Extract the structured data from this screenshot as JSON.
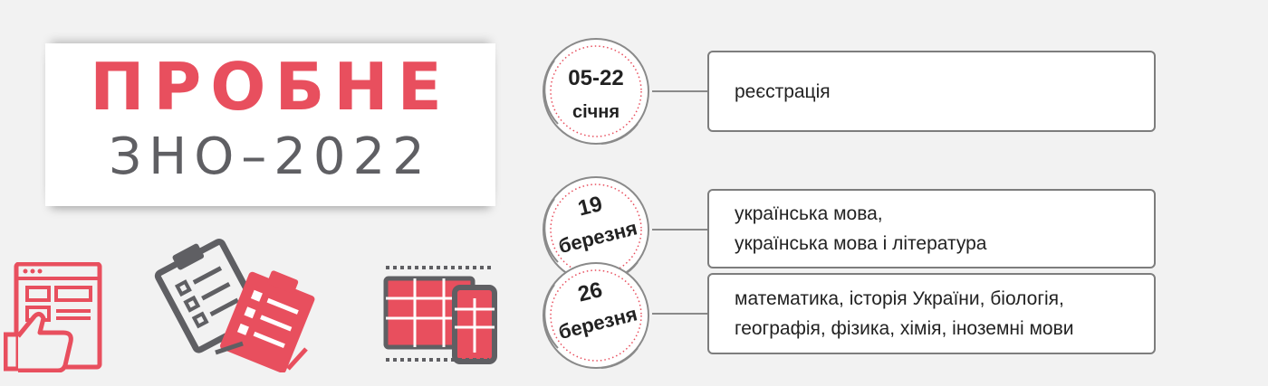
{
  "title": {
    "main": "ПРОБНЕ",
    "sub": "ЗНО–2022"
  },
  "events": [
    {
      "date": "05-22",
      "month": "січня",
      "lines": [
        "реєстрація"
      ]
    },
    {
      "date": "19",
      "month": "березня",
      "lines": [
        "українська мова,",
        "українська мова і література"
      ]
    },
    {
      "date": "26",
      "month": "березня",
      "lines": [
        "математика, історія України, біологія,",
        "географія, фізика, хімія, іноземні мови"
      ]
    }
  ],
  "icons": [
    "browser-like-icon",
    "clipboards-icon",
    "devices-icon"
  ],
  "colors": {
    "accent": "#e84f5e",
    "dark_gray": "#5f5f63",
    "background": "#f2f2f2"
  }
}
